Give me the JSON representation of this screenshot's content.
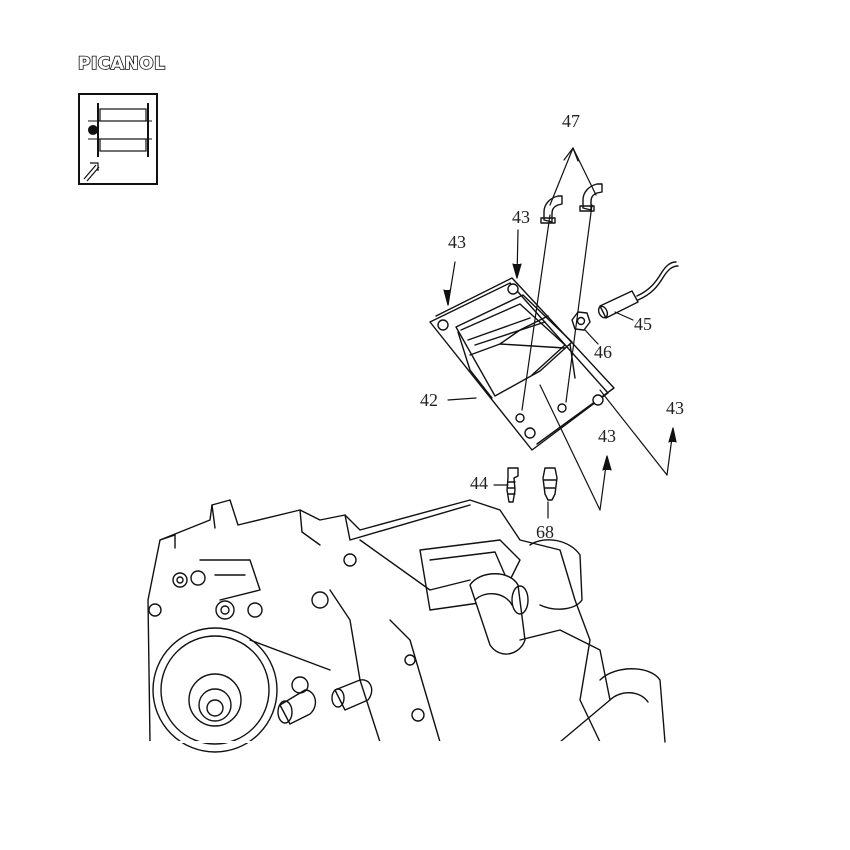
{
  "brand": {
    "logo_text": "PICANOL"
  },
  "callouts": [
    {
      "id": "47",
      "label": "47"
    },
    {
      "id": "43a",
      "label": "43"
    },
    {
      "id": "43b",
      "label": "43"
    },
    {
      "id": "45",
      "label": "45"
    },
    {
      "id": "46",
      "label": "46"
    },
    {
      "id": "42",
      "label": "42"
    },
    {
      "id": "43c",
      "label": "43"
    },
    {
      "id": "43d",
      "label": "43"
    },
    {
      "id": "44",
      "label": "44"
    },
    {
      "id": "68",
      "label": "68"
    }
  ],
  "colors": {
    "line": "#111111",
    "background": "#ffffff"
  }
}
